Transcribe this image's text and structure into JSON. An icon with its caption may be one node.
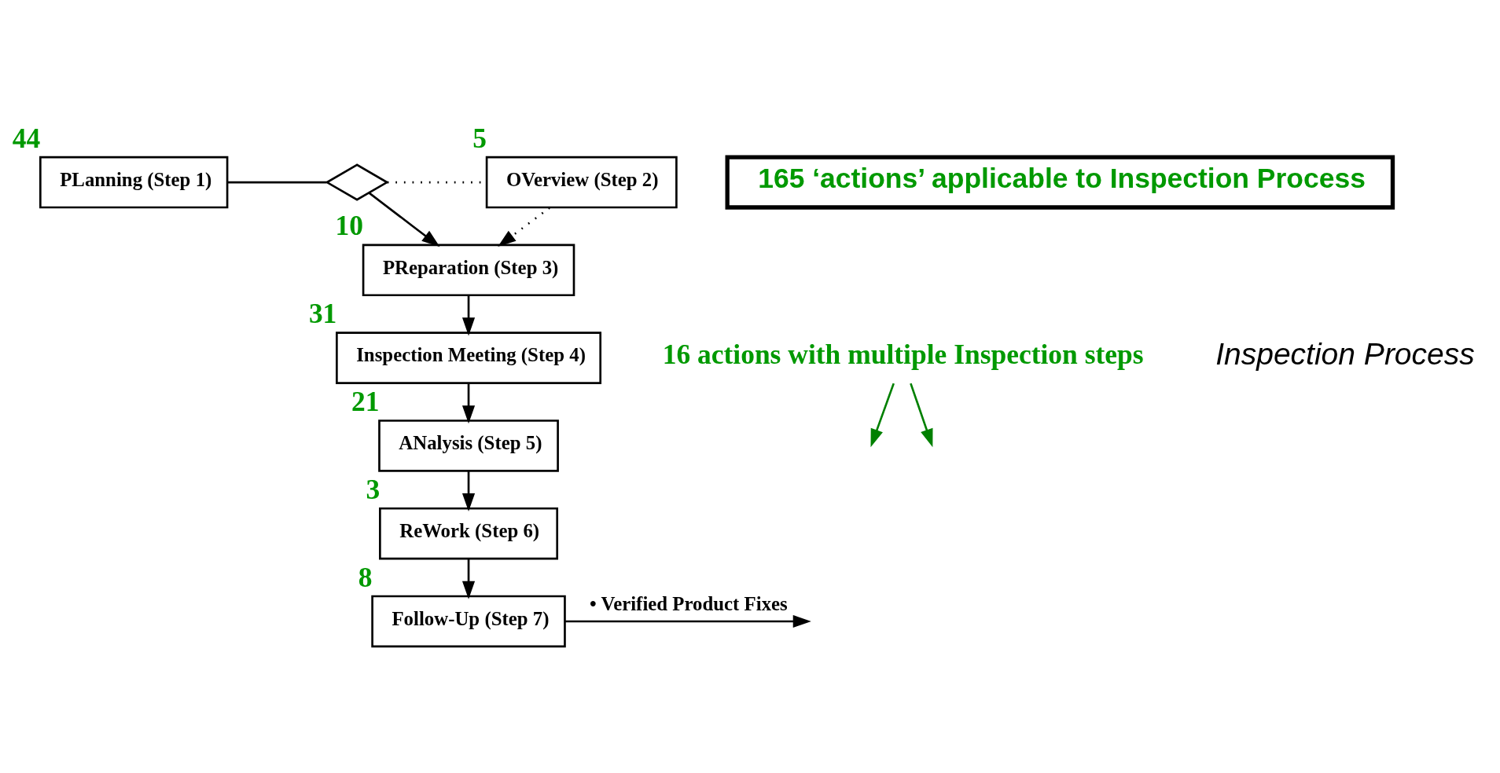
{
  "diagram": {
    "nodes": [
      {
        "text": [
          "PLanning (Step 1)"
        ],
        "beside": [
          "44"
        ]
      },
      {
        "text": [],
        "shape": "diamond"
      },
      {
        "text": [
          "OVerview (Step 2)"
        ],
        "beside": [
          "5"
        ]
      },
      {
        "text": [
          "PReparation (Step 3)"
        ],
        "beside": [
          "10"
        ]
      },
      {
        "text": [
          "Inspection Meeting (Step 4)"
        ],
        "beside": [
          "31"
        ]
      },
      {
        "text": [
          "ANalysis (Step 5)"
        ],
        "beside": [
          "21"
        ]
      },
      {
        "text": [
          "ReWork (Step 6)"
        ],
        "beside": [
          "3"
        ]
      },
      {
        "text": [
          "Follow-Up (Step 7)"
        ],
        "beside": [
          "8"
        ]
      },
      {
        "text": [
          "165 ‘actions’ applicable to Inspection Process"
        ]
      },
      {
        "text": [
          "16 actions with multiple Inspection steps"
        ]
      }
    ],
    "edges": [
      {
        "from": 0,
        "to": 1,
        "arrow": "none"
      },
      {
        "from": 1,
        "to": 2,
        "arrow": "none",
        "style": "dashed"
      },
      {
        "from": 2,
        "to": 3,
        "arrow": "to",
        "style": "dashed"
      },
      {
        "from": 1,
        "to": 3,
        "arrow": "to"
      },
      {
        "from": 3,
        "to": 4,
        "arrow": "to"
      },
      {
        "from": 4,
        "to": 5,
        "arrow": "to"
      },
      {
        "from": 5,
        "to": 6,
        "arrow": "to"
      },
      {
        "from": 6,
        "to": 7,
        "arrow": "to"
      },
      {
        "from": 7,
        "to": null,
        "arrow": "to",
        "label": "• Verified Product Fixes"
      },
      {
        "from": 9,
        "to": null,
        "arrow": "to",
        "color": "#008000"
      },
      {
        "from": 9,
        "to": null,
        "arrow": "to",
        "color": "#008000"
      }
    ],
    "labels": [
      "Inspection Process"
    ]
  }
}
